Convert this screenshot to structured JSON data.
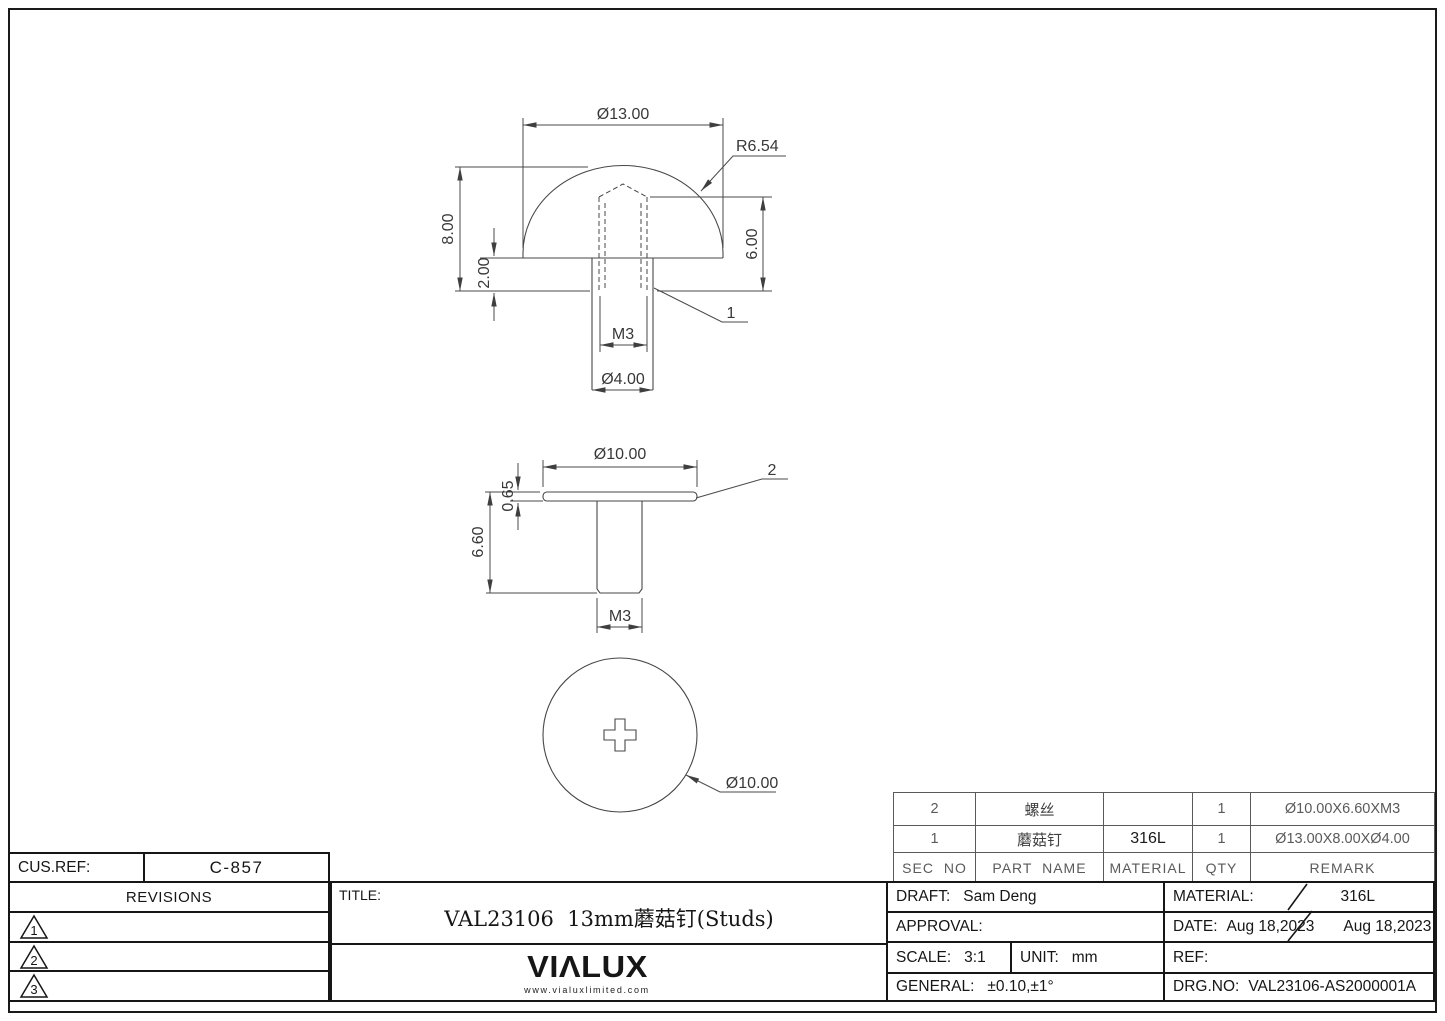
{
  "drawing": {
    "top_view": {
      "diameter": "Ø13.00",
      "radius": "R6.54",
      "total_height": "8.00",
      "brim_height": "2.00",
      "hole_depth": "6.00",
      "thread": "M3",
      "shank_diameter": "Ø4.00",
      "callout": "1"
    },
    "side_view": {
      "diameter": "Ø10.00",
      "head_thickness": "0.65",
      "length": "6.60",
      "thread": "M3",
      "callout": "2"
    },
    "plan_view": {
      "diameter": "Ø10.00"
    }
  },
  "parts_table": {
    "headers": {
      "sec_no": "SEC NO",
      "part_name": "PART NAME",
      "material": "MATERIAL",
      "qty": "QTY",
      "remark": "REMARK"
    },
    "rows": [
      {
        "sec_no": "2",
        "part_name": "螺丝",
        "material": "",
        "qty": "1",
        "remark": "Ø10.00X6.60XM3"
      },
      {
        "sec_no": "1",
        "part_name": "蘑菇钉",
        "material": "316L",
        "qty": "1",
        "remark": "Ø13.00X8.00XØ4.00"
      }
    ]
  },
  "title_block": {
    "cus_ref": {
      "label": "CUS.REF:",
      "value": "C-857"
    },
    "revisions": {
      "label": "REVISIONS",
      "markers": [
        "1",
        "2",
        "3"
      ]
    },
    "title": {
      "label": "TITLE:",
      "value": "VAL23106  13mm蘑菇钉(Studs)"
    },
    "logo": {
      "text": "VIΛLUX",
      "url": "www.vialuxlimited.com"
    },
    "draft": {
      "label": "DRAFT:",
      "value": "Sam Deng"
    },
    "approval": {
      "label": "APPROVAL:",
      "value": ""
    },
    "scale": {
      "label": "SCALE:",
      "value": "3:1"
    },
    "unit": {
      "label": "UNIT:",
      "value": "mm"
    },
    "general": {
      "label": "GENERAL:",
      "value": "±0.10,±1°"
    },
    "material": {
      "label": "MATERIAL:",
      "value": "316L"
    },
    "date": {
      "label": "DATE:",
      "value": "Aug 18,2023",
      "value2": "Aug 18,2023"
    },
    "ref": {
      "label": "REF:",
      "value": ""
    },
    "drg_no": {
      "label": "DRG.NO:",
      "value": "VAL23106-AS2000001A"
    }
  }
}
